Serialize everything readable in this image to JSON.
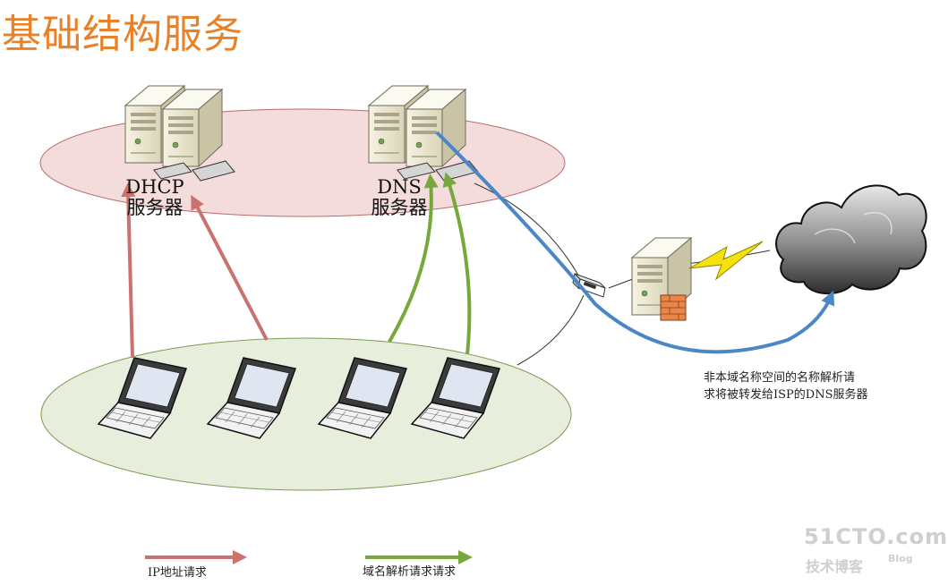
{
  "title": "基础结构服务",
  "servers": {
    "dhcp": {
      "line1": "DHCP",
      "line2": "服务器"
    },
    "dns": {
      "line1": "DNS",
      "line2": "服务器"
    }
  },
  "note": {
    "line1": "非本域名称空间的名称解析请",
    "line2": "求将被转发给ISP的DNS服务器"
  },
  "legend": [
    {
      "label": "IP地址请求",
      "color": "#c9726e"
    },
    {
      "label": "域名解析请求请求",
      "color": "#76a83c"
    }
  ],
  "watermark": {
    "site": "51CTO.com",
    "sub": "技术博客",
    "tag": "Blog"
  },
  "colors": {
    "server_zone": "#f4dcdc",
    "client_zone": "#e7eedb",
    "forward_arrow": "#4b86c6",
    "lightning": "#f5e10f"
  }
}
